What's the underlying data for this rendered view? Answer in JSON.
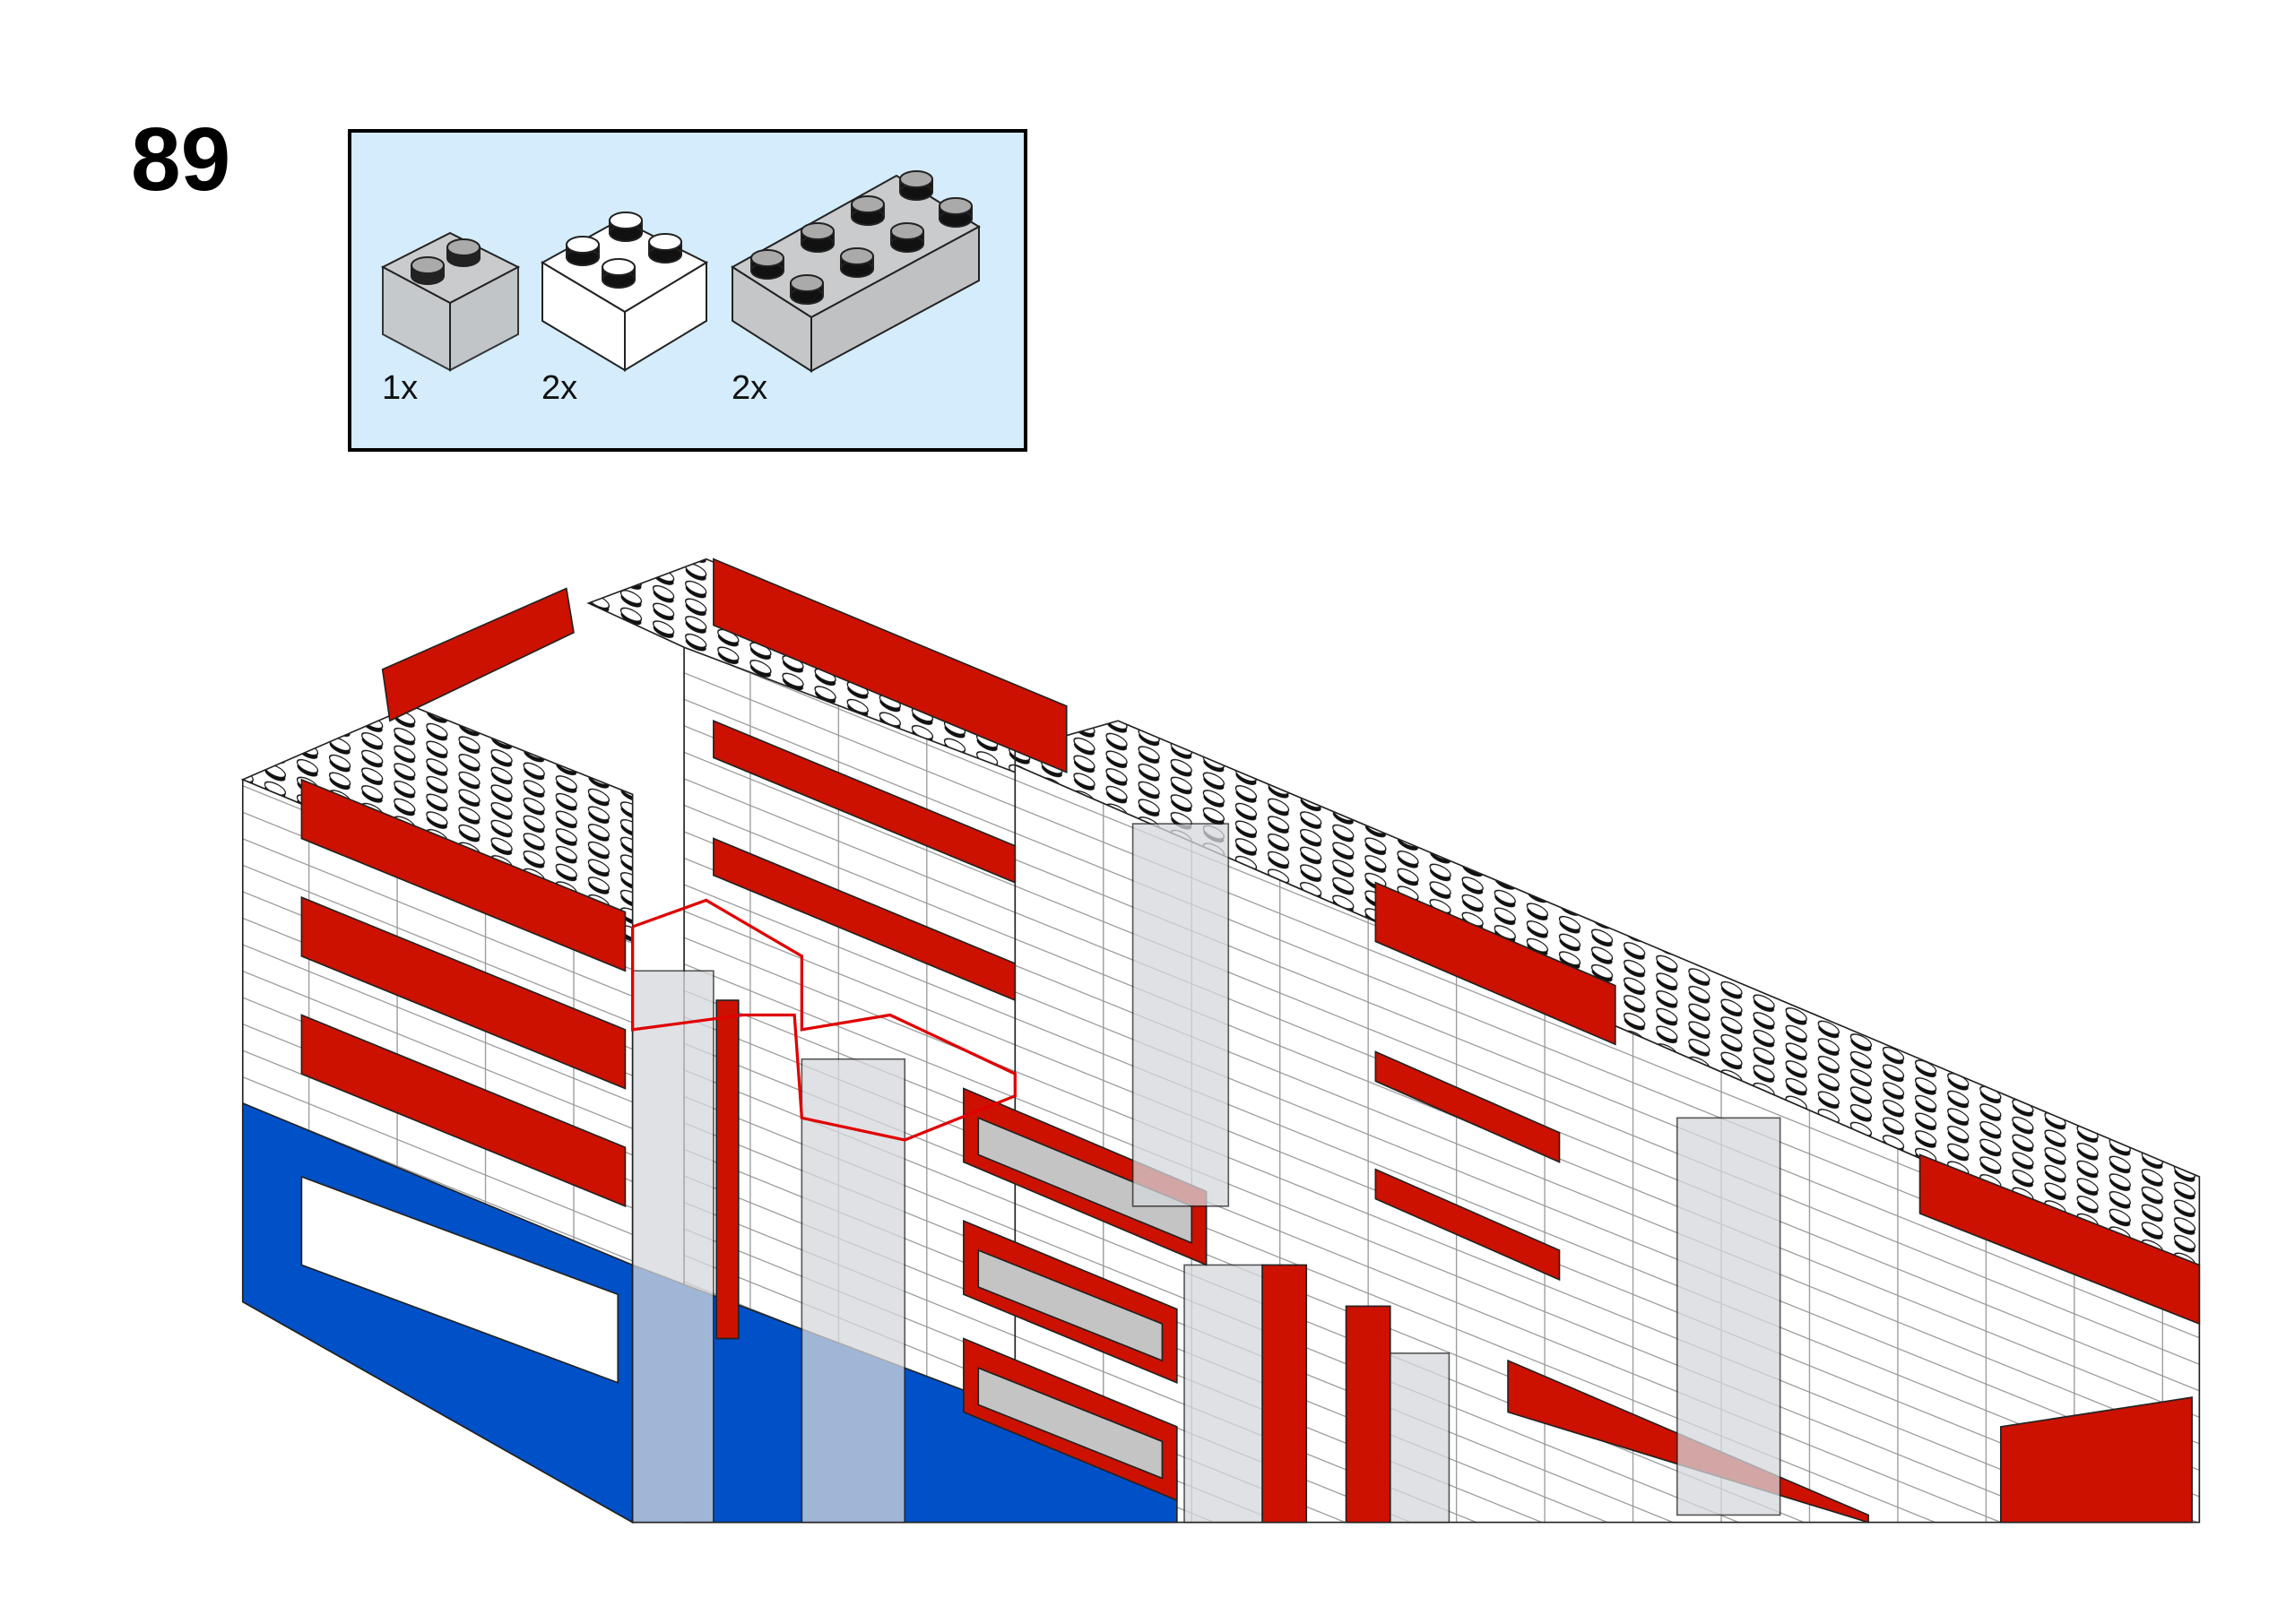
{
  "step": {
    "number": "89"
  },
  "parts": [
    {
      "name": "brick-1x2-trans-clear",
      "quantity": "1x"
    },
    {
      "name": "brick-2x2-white",
      "quantity": "2x"
    },
    {
      "name": "brick-2x4-trans-clear",
      "quantity": "2x"
    }
  ],
  "colors": {
    "parts_bg": "#d4ecfb",
    "red": "#cc1100",
    "blue": "#0050c8",
    "white": "#ffffff",
    "trans_clear": "#c8cacc"
  }
}
